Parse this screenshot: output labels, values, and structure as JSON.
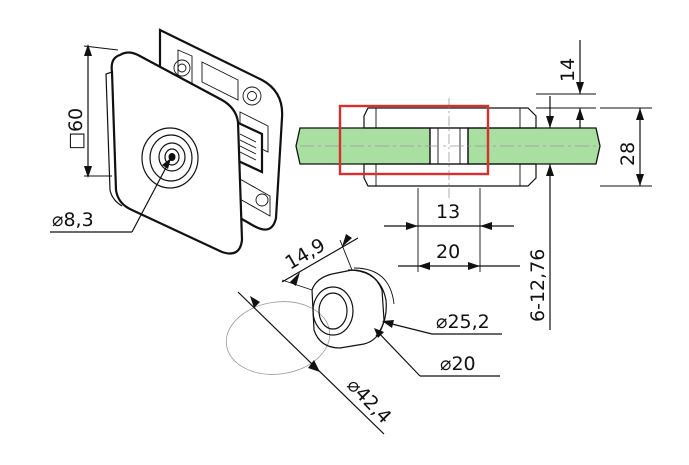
{
  "labels": {
    "square_size": "□60",
    "hole_diameter": "⌀8,3",
    "bushing_length": "14,9",
    "outer_diameter": "⌀25,2",
    "inner_diameter": "⌀20",
    "flange_diameter": "⌀42,4",
    "plate_thickness": "14",
    "clamp_width": "28",
    "gap_inner": "13",
    "gap_outer": "20",
    "glass_range": "6-12,76"
  },
  "colors": {
    "glass": "#a9dfa0",
    "highlight": "#d62f2f",
    "ink": "#111111"
  }
}
